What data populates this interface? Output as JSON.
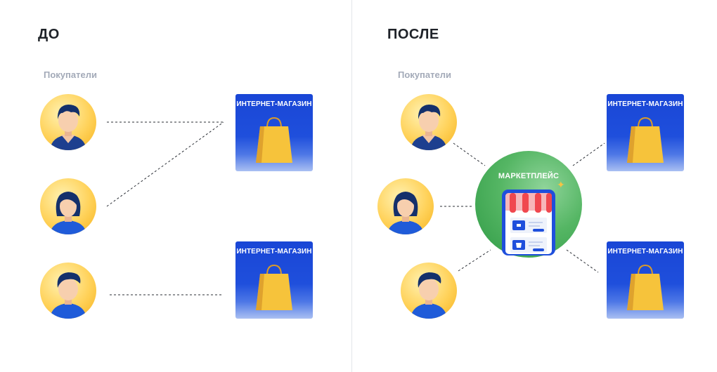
{
  "before": {
    "heading": "ДО",
    "customers_label": "Покупатели"
  },
  "after": {
    "heading": "ПОСЛЕ",
    "customers_label": "Покупатели"
  },
  "shop_label": "ИНТЕРНЕТ-МАГАЗИН",
  "marketplace_label": "МАРКЕТПЛЕЙС",
  "icons": {
    "customer_male_1": "male-customer-icon",
    "customer_female": "female-customer-icon",
    "customer_male_2": "male-customer-icon",
    "shop": "shopping-bag-icon",
    "marketplace": "phone-storefront-icon",
    "sparkle": "sparkle-icon"
  },
  "colors": {
    "shop_blue": "#1f4fdc",
    "bag_yellow": "#f6c33b",
    "marketplace_green": "#3ea552",
    "avatar_yellow": "#ffd25a",
    "label_gray": "#a3aab8"
  }
}
